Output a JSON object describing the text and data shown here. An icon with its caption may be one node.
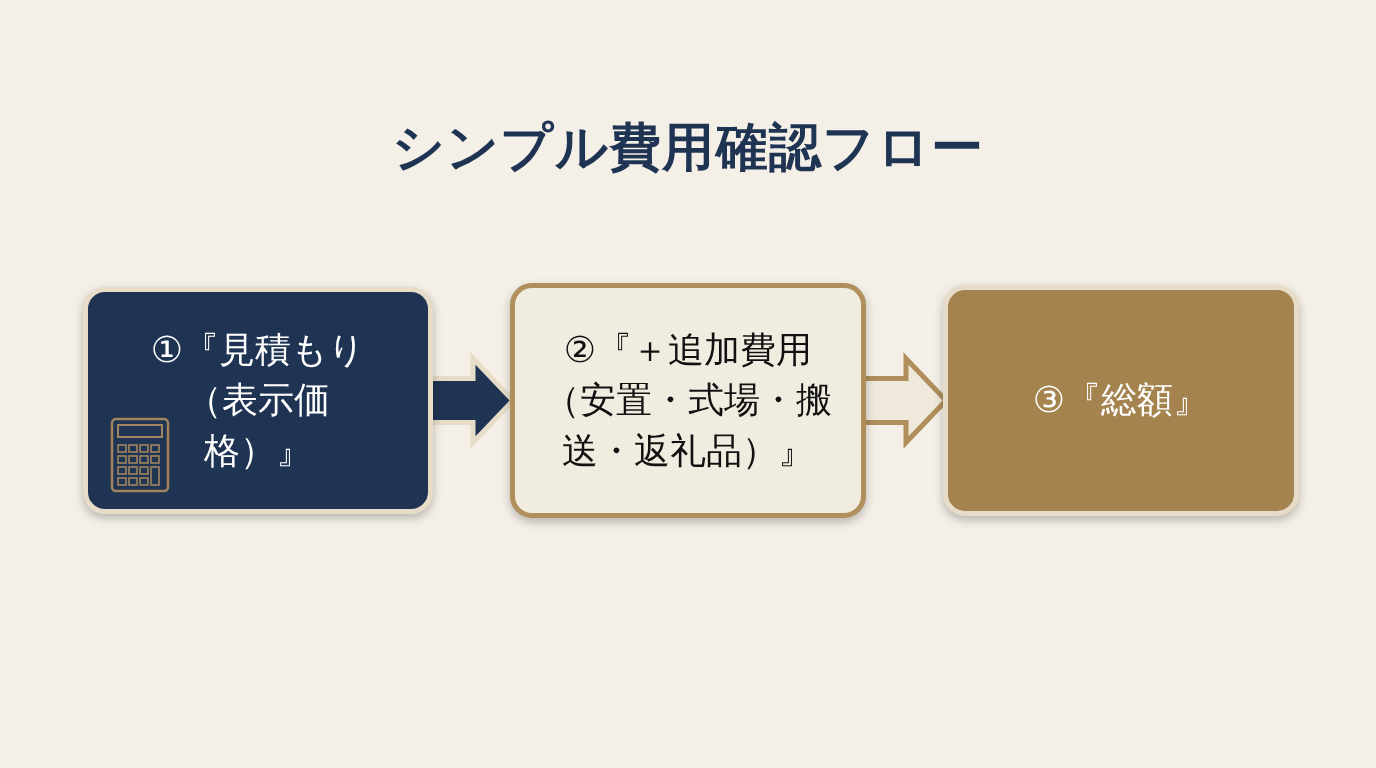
{
  "diagram": {
    "title": "シンプル費用確認フロー",
    "nodes": [
      {
        "text": [
          "①『見積もり（表示価格）』"
        ]
      },
      {
        "text": [
          "②『＋追加費用（安置・式場・搬送・返礼品）』"
        ]
      },
      {
        "text": [
          "③『総額』"
        ]
      }
    ],
    "edges": [
      {
        "from": 0,
        "to": 1,
        "arrow": "to",
        "style": "thick",
        "color": "#1f3352"
      },
      {
        "from": 1,
        "to": 2,
        "arrow": "to",
        "style": "thick",
        "color": "#efe9dc"
      }
    ]
  }
}
